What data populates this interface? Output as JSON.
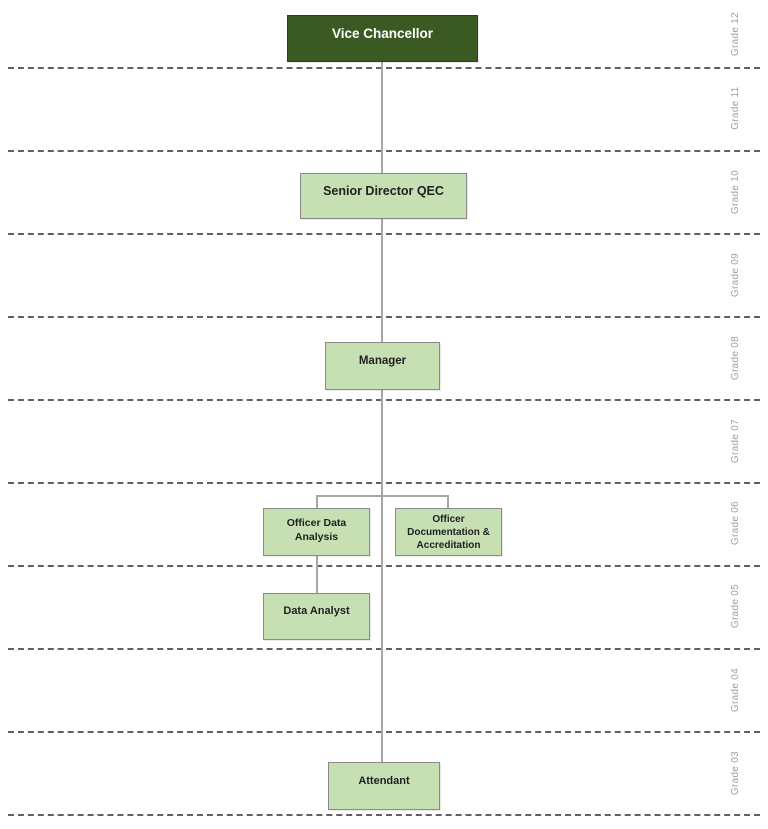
{
  "diagram": {
    "type": "org-chart",
    "nodes": {
      "vice_chancellor": "Vice Chancellor",
      "senior_director_qec": "Senior Director QEC",
      "manager": "Manager",
      "officer_data_analysis": "Officer Data Analysis",
      "officer_documentation_accreditation": "Officer Documentation & Accreditation",
      "data_analyst": "Data Analyst",
      "attendant": "Attendant"
    },
    "grades": [
      "Grade 12",
      "Grade 11",
      "Grade 10",
      "Grade 09",
      "Grade 08",
      "Grade 07",
      "Grade 06",
      "Grade 05",
      "Grade 04",
      "Grade 03"
    ],
    "colors": {
      "node_dark": "#3b5a23",
      "node_dark_border": "#2c4517",
      "node_light": "#c6e0b4",
      "node_border": "#8a8a8a",
      "node_text": "#1f1f1f",
      "connector": "#a6a6a6",
      "grade_text": "#a0a0a0",
      "dashed_line": "#454545",
      "canvas_bg": "#ffffff"
    }
  }
}
